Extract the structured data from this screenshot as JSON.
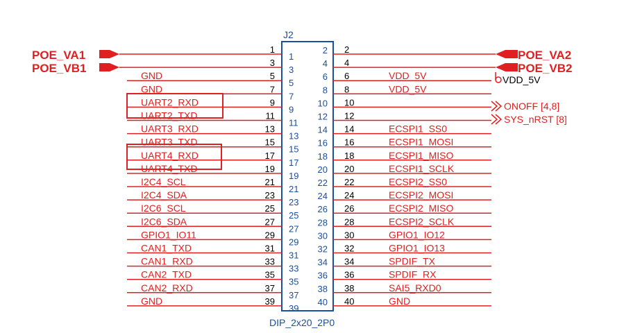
{
  "connector": {
    "designator": "J2",
    "footprint": "DIP_2x20_2P0"
  },
  "rows": [
    {
      "l": "",
      "r": ""
    },
    {
      "l": "",
      "r": ""
    },
    {
      "l": "GND",
      "r": "VDD_5V"
    },
    {
      "l": "GND",
      "r": "VDD_5V"
    },
    {
      "l": "UART2_RXD",
      "r": ""
    },
    {
      "l": "UART2_TXD",
      "r": ""
    },
    {
      "l": "UART3_RXD",
      "r": "ECSPI1_SS0"
    },
    {
      "l": "UART3_TXD",
      "r": "ECSPI1_MOSI"
    },
    {
      "l": "UART4_RXD",
      "r": "ECSPI1_MISO"
    },
    {
      "l": "UART4_TXD",
      "r": "ECSPI1_SCLK"
    },
    {
      "l": "I2C4_SCL",
      "r": "ECSPI2_SS0"
    },
    {
      "l": "I2C4_SDA",
      "r": "ECSPI2_MOSI"
    },
    {
      "l": "I2C6_SCL",
      "r": "ECSPI2_MISO"
    },
    {
      "l": "I2C6_SDA",
      "r": "ECSPI2_SCLK"
    },
    {
      "l": "GPIO1_IO11",
      "r": "GPIO1_IO12"
    },
    {
      "l": "CAN1_TXD",
      "r": "GPIO1_IO13"
    },
    {
      "l": "CAN1_RXD",
      "r": "SPDIF_TX"
    },
    {
      "l": "CAN2_TXD",
      "r": "SPDIF_RX"
    },
    {
      "l": "CAN2_RXD",
      "r": "SAI5_RXD0"
    },
    {
      "l": "GND",
      "r": "GND"
    }
  ],
  "ports": {
    "poe_va1": "POE_VA1",
    "poe_vb1": "POE_VB1",
    "poe_va2": "POE_VA2",
    "poe_vb2": "POE_VB2",
    "vdd_5v": "VDD_5V",
    "onoff": "ONOFF  [4,8]",
    "sys_nrst": "SYS_nRST  [8]"
  },
  "colors": {
    "wire": "#e02020",
    "body": "#1a4fa0",
    "text": "#000000"
  }
}
